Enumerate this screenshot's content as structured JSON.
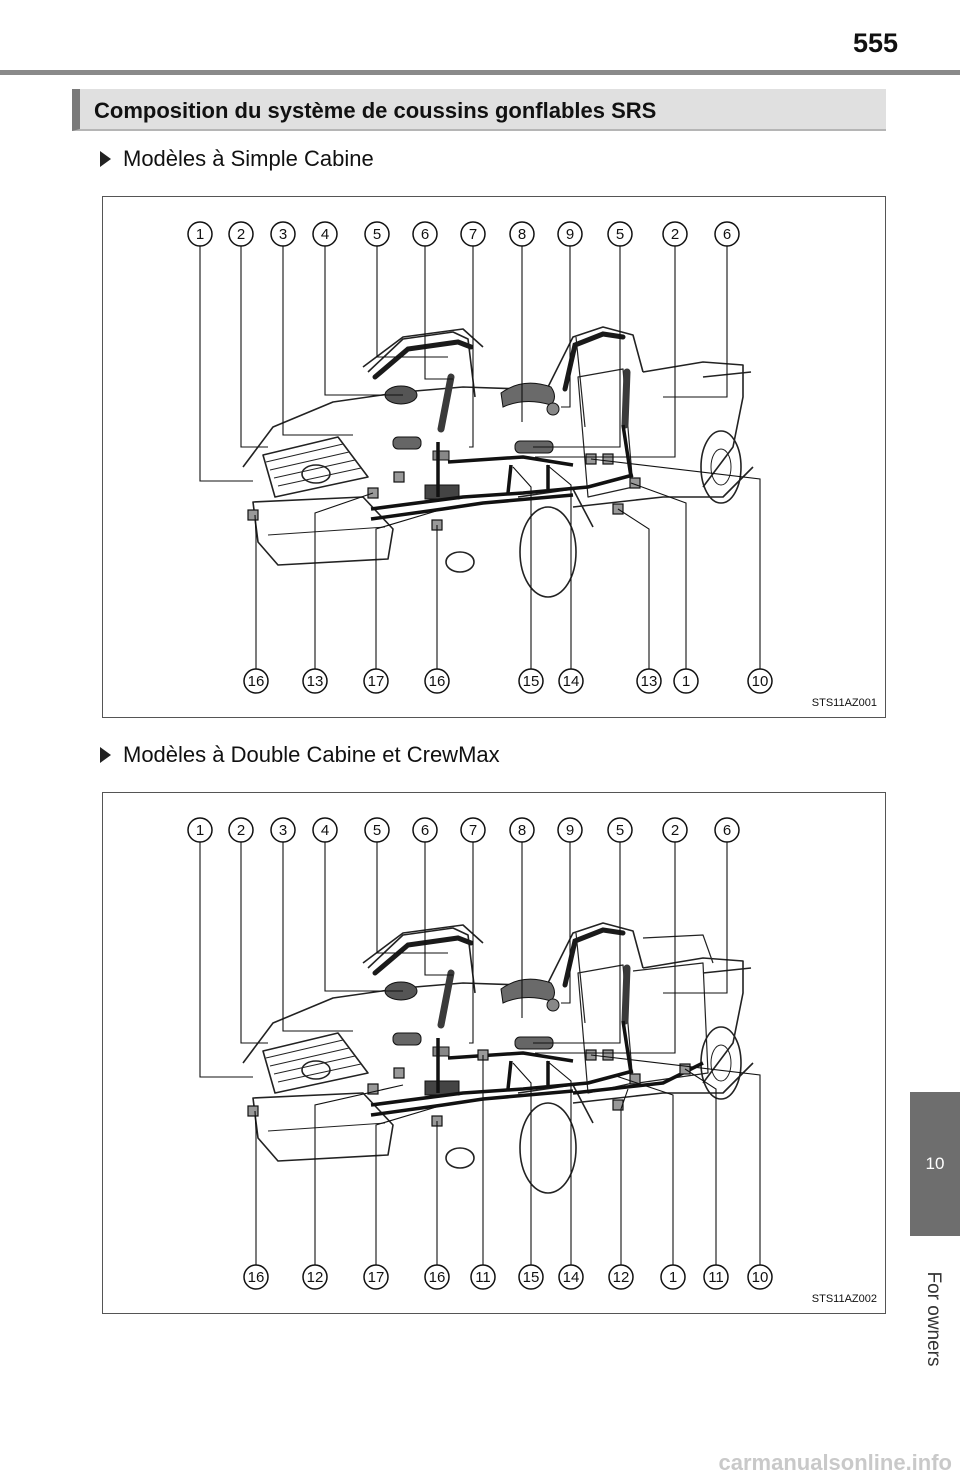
{
  "page": {
    "number": "555",
    "side_tab_number": "10",
    "side_tab_text": "For owners",
    "watermark": "carmanualsonline.info"
  },
  "section": {
    "title": "Composition du système de coussins gonflables SRS"
  },
  "figures": [
    {
      "label": "Modèles à Simple Cabine",
      "code": "STS11AZ001",
      "top_callouts": [
        "1",
        "2",
        "3",
        "4",
        "5",
        "6",
        "7",
        "8",
        "9",
        "5",
        "2",
        "6"
      ],
      "bottom_callouts": [
        "16",
        "13",
        "17",
        "16",
        "15",
        "14",
        "13",
        "1",
        "10"
      ]
    },
    {
      "label": "Modèles à Double Cabine et CrewMax",
      "code": "STS11AZ002",
      "top_callouts": [
        "1",
        "2",
        "3",
        "4",
        "5",
        "6",
        "7",
        "8",
        "9",
        "5",
        "2",
        "6"
      ],
      "bottom_callouts": [
        "16",
        "12",
        "17",
        "16",
        "11",
        "15",
        "14",
        "12",
        "1",
        "11",
        "10"
      ]
    }
  ]
}
